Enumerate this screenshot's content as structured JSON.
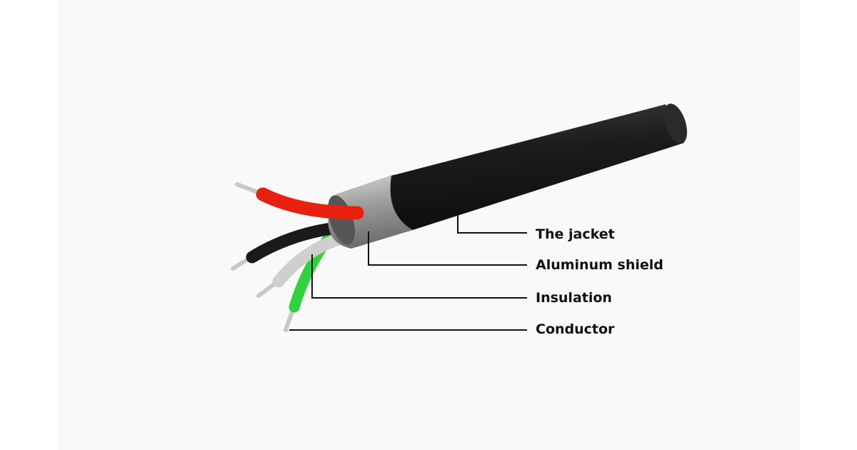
{
  "labels": {
    "jacket": "The jacket",
    "shield": "Aluminum shield",
    "insulation": "Insulation",
    "conductor": "Conductor"
  },
  "colors": {
    "jacket": "#1b1b1b",
    "shield": "#9a9a9a",
    "wire_red": "#e8200f",
    "wire_black": "#1a1a1a",
    "wire_white": "#cfcfcf",
    "wire_green": "#2fd23a",
    "conductor": "#c8c8c8"
  }
}
